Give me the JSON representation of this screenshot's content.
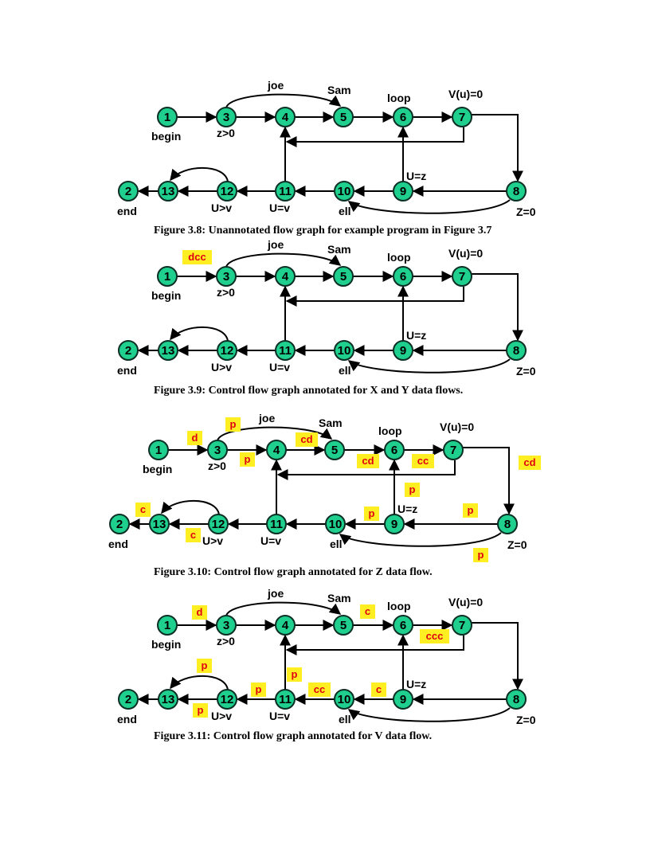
{
  "figures": [
    {
      "caption": "Figure 3.8: Unannotated flow graph for example program in Figure 3.7",
      "node_labels": [
        "1",
        "2",
        "3",
        "4",
        "5",
        "6",
        "7",
        "8",
        "9",
        "10",
        "11",
        "12",
        "13"
      ],
      "text_labels": [
        "begin",
        "end",
        "z>0",
        "joe",
        "Sam",
        "loop",
        "V(u)=0",
        "U=z",
        "Z=0",
        "ell",
        "U=v",
        "U>v"
      ],
      "annotations": []
    },
    {
      "caption": "Figure 3.9: Control flow graph annotated for X and Y data  flows.",
      "node_labels": [
        "1",
        "2",
        "3",
        "4",
        "5",
        "6",
        "7",
        "8",
        "9",
        "10",
        "11",
        "12",
        "13"
      ],
      "text_labels": [
        "begin",
        "end",
        "z>0",
        "joe",
        "Sam",
        "loop",
        "V(u)=0",
        "U=z",
        "Z=0",
        "ell",
        "U=v",
        "U>v"
      ],
      "annotations": [
        "dcc"
      ]
    },
    {
      "caption": "Figure 3.10: Control flow graph annotated for Z data flow.",
      "node_labels": [
        "1",
        "2",
        "3",
        "4",
        "5",
        "6",
        "7",
        "8",
        "9",
        "10",
        "11",
        "12",
        "13"
      ],
      "text_labels": [
        "begin",
        "end",
        "z>0",
        "joe",
        "Sam",
        "loop",
        "V(u)=0",
        "U=z",
        "Z=0",
        "ell",
        "U=v",
        "U>v"
      ],
      "annotations": [
        "d",
        "p",
        "p",
        "cd",
        "cd",
        "cc",
        "cd",
        "p",
        "p",
        "p",
        "c",
        "c",
        "p"
      ]
    },
    {
      "caption": "Figure 3.11: Control flow graph annotated for V data flow.",
      "node_labels": [
        "1",
        "2",
        "3",
        "4",
        "5",
        "6",
        "7",
        "8",
        "9",
        "10",
        "11",
        "12",
        "13"
      ],
      "text_labels": [
        "begin",
        "end",
        "z>0",
        "joe",
        "Sam",
        "loop",
        "V(u)=0",
        "U=z",
        "Z=0",
        "ell",
        "U=v",
        "U>v"
      ],
      "annotations": [
        "d",
        "c",
        "ccc",
        "p",
        "p",
        "p",
        "cc",
        "c",
        "p"
      ]
    }
  ],
  "colors": {
    "node_fill": "#1fcf8e",
    "annotation_fill": "#ffee22",
    "annotation_text": "#e0000f"
  }
}
